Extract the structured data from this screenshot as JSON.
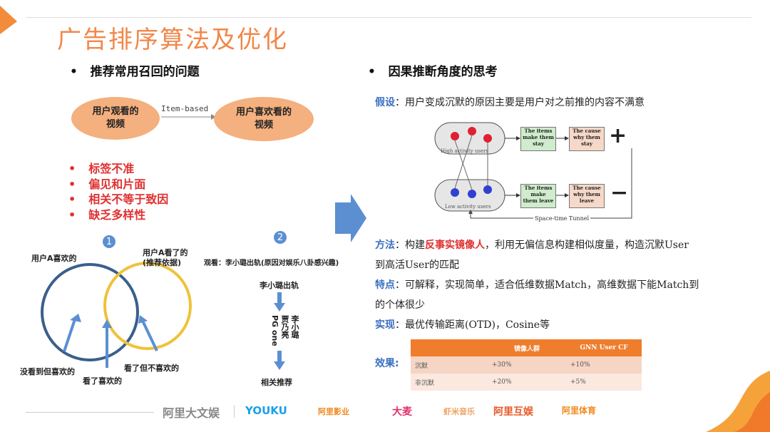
{
  "title": "广告排序算法及优化",
  "left": {
    "section_title": "推荐常用召回的问题",
    "ellipse_left": [
      "用户观看的",
      "视频"
    ],
    "edge_label": "Item-based",
    "ellipse_right": [
      "用户喜欢看的",
      "视频"
    ],
    "problems": [
      "标签不准",
      "偏见和片面",
      "相关不等于致因",
      "缺乏多样性"
    ],
    "venn": {
      "number": "1",
      "label_a": "用户A喜欢的",
      "label_b_line1": "用户A看了的",
      "label_b_line2": "(推荐依据)",
      "label_bottom_left": "没看到但喜欢的",
      "label_bottom_mid": "看了喜欢的",
      "label_bottom_right": "看了但不喜欢的"
    },
    "example": {
      "number": "2",
      "watched": "观看：李小璐出轨(原因对娱乐八卦感兴趣)",
      "step1": "李小璐出轨",
      "vertical": [
        "李小璐",
        "贾乃亮",
        "PG one"
      ],
      "step3": "相关推荐"
    }
  },
  "right": {
    "section_title": "因果推断角度的思考",
    "hypothesis_label": "假设",
    "hypothesis_text": "：用户变成沉默的原因主要是用户对之前推的内容不满意",
    "diagram": {
      "high_users": "High activity users",
      "low_users": "Low activity users",
      "box1": [
        "The items",
        "make them",
        "stay"
      ],
      "box2": [
        "The cause",
        "why them",
        "stay"
      ],
      "box3": [
        "The items",
        "make",
        "them leave"
      ],
      "box4": [
        "The cause",
        "why them",
        "leave"
      ],
      "tunnel": "Space-time Tunnel",
      "plus": "+",
      "minus": "−"
    },
    "method_label": "方法",
    "method_pre": "：构建",
    "method_highlight": "反事实镜像人",
    "method_post": "，利用无偏信息构建相似度量，构造沉默User",
    "method_line2": "到高活User的匹配",
    "feature_label": "特点",
    "feature_text": "：可解释，实现简单，适合低维数据Match，高维数据下能Match到",
    "feature_line2": "的个体很少",
    "impl_label": "实现",
    "impl_text": "：最优传输距离(OTD)，Cosine等",
    "effect_label": "效果",
    "effect_colon": ":",
    "table": {
      "headers": [
        "",
        "镜像人群",
        "GNN User CF"
      ],
      "rows": [
        [
          "沉默",
          "+30%",
          "+10%"
        ],
        [
          "非沉默",
          "+20%",
          "+5%"
        ]
      ]
    }
  },
  "footer": {
    "logos": [
      "阿里大文娱",
      "YOUKU",
      "阿里影业",
      "大麦",
      "虾米音乐",
      "阿里互娱",
      "阿里体育"
    ]
  },
  "colors": {
    "accent": "#f2874a",
    "label_blue": "#3a6fc0",
    "red": "#e03030",
    "table_header": "#ef7d2c"
  }
}
